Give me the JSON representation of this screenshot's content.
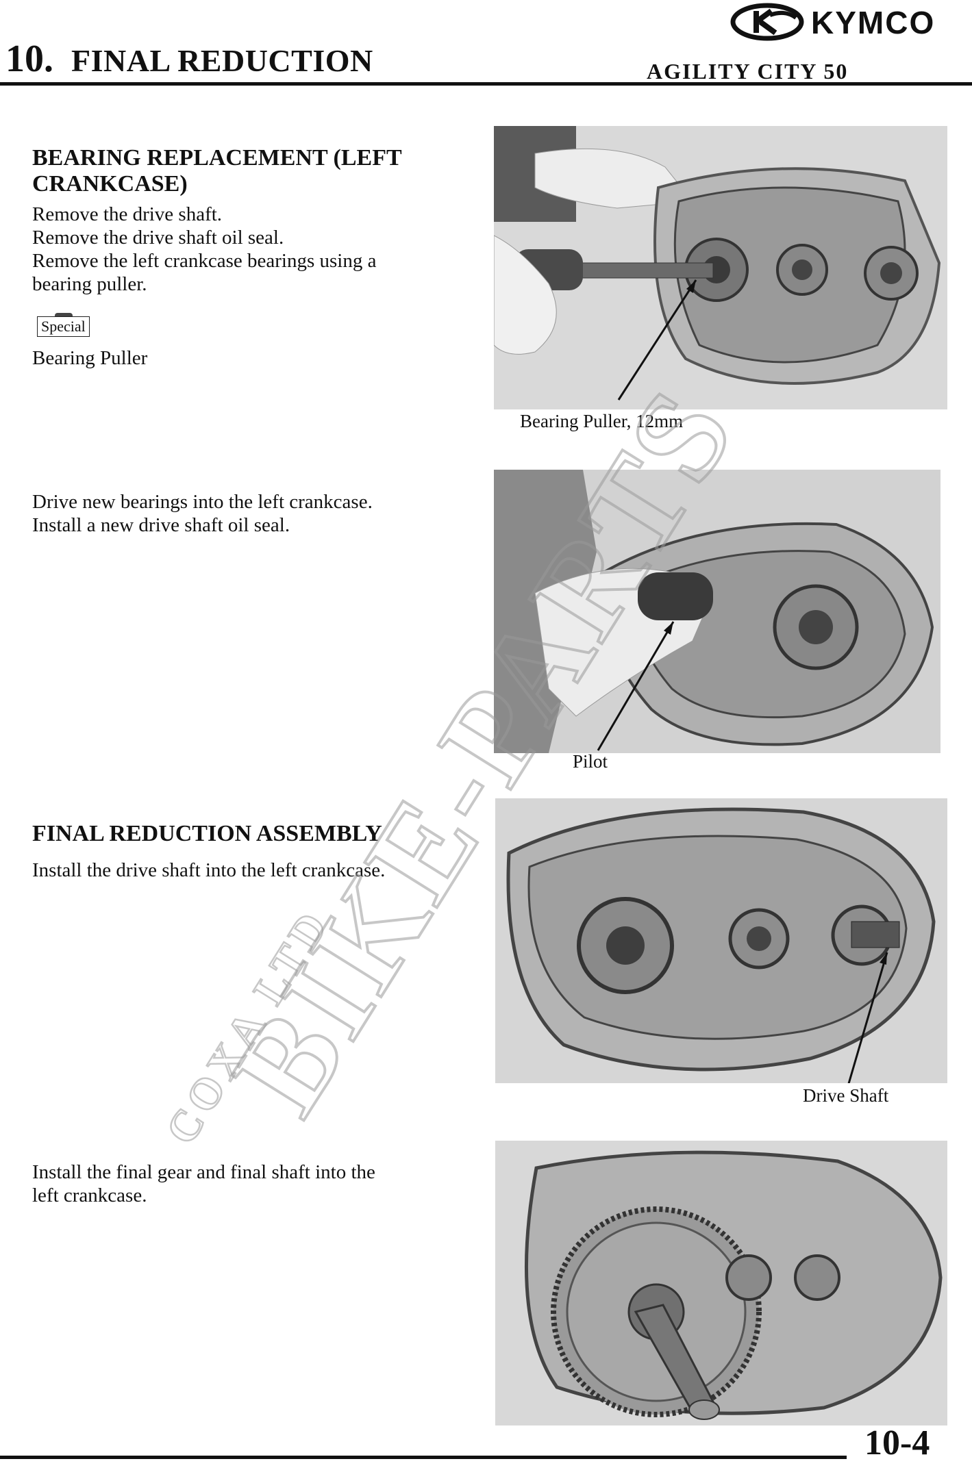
{
  "header": {
    "chapter_number": "10.",
    "chapter_title": "FINAL REDUCTION",
    "model": "AGILITY CITY 50",
    "brand_logo_text": "KYMCO"
  },
  "sections": {
    "bearing_replacement": {
      "heading_line1": "BEARING REPLACEMENT (LEFT",
      "heading_line2": "CRANKCASE)",
      "steps": [
        "Remove the drive shaft.",
        "Remove the drive shaft oil seal.",
        "Remove the left crankcase bearings using a",
        "bearing puller."
      ],
      "tool_badge": "Special",
      "tool_name": "Bearing Puller"
    },
    "drive_bearings": {
      "steps": [
        "Drive new bearings into the left crankcase.",
        "Install a new drive shaft oil seal."
      ]
    },
    "final_reduction_assembly": {
      "heading": "FINAL REDUCTION ASSEMBLY",
      "steps": [
        "Install the drive shaft into the left crankcase."
      ]
    },
    "final_gear": {
      "steps": [
        "Install the final gear and final shaft into the",
        "left crankcase."
      ]
    }
  },
  "photos": {
    "photo1_caption": "Bearing Puller, 12mm",
    "photo2_caption": "Pilot",
    "photo3_caption": "Drive Shaft"
  },
  "watermark": {
    "main_text": "BIKE-PARTS",
    "sub_text": "COXA LTD"
  },
  "footer": {
    "page_number": "10-4"
  }
}
